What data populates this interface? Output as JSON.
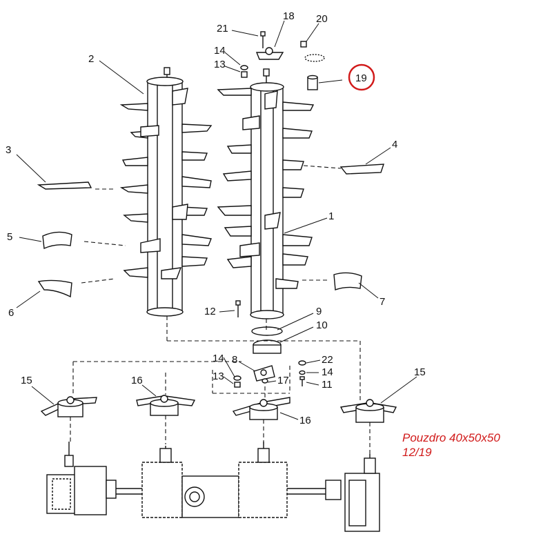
{
  "callouts": {
    "c1": "1",
    "c2": "2",
    "c3": "3",
    "c4": "4",
    "c5": "5",
    "c6": "6",
    "c7": "7",
    "c8": "8",
    "c9": "9",
    "c10": "10",
    "c11": "11",
    "c12": "12",
    "c13a": "13",
    "c13b": "13",
    "c14a": "14",
    "c14b": "14",
    "c14c": "14",
    "c15a": "15",
    "c15b": "15",
    "c16a": "16",
    "c16b": "16",
    "c17": "17",
    "c18": "18",
    "c19": "19",
    "c20": "20",
    "c21": "21",
    "c22": "22"
  },
  "note": {
    "line1": "Pouzdro 40x50x50",
    "line2": "12/19"
  },
  "colors": {
    "ink": "#111111",
    "highlight": "#d11a1a"
  }
}
